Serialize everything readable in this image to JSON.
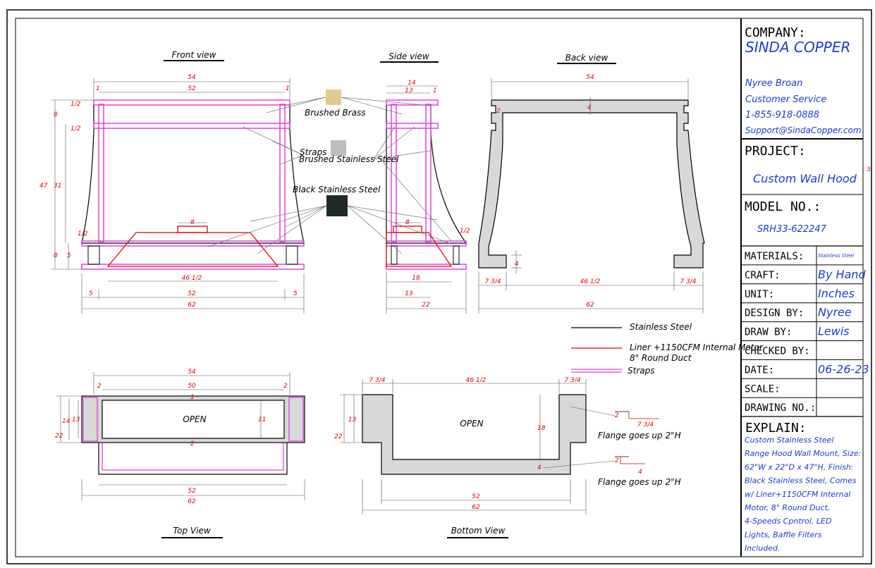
{
  "views": {
    "front": "Front view",
    "side": "Side view",
    "back": "Back view",
    "top": "Top View",
    "bottom": "Bottom View"
  },
  "materials_callouts": {
    "brass": "Brushed Brass",
    "straps": "Straps",
    "brushed_ss": "Brushed Stainless Steel",
    "black_ss": "Black Stainless Steel"
  },
  "legend": {
    "stainless": "Stainless Steel",
    "liner": "Liner +1150CFM Internal Motor",
    "duct": "8\" Round Duct",
    "straps": "Straps"
  },
  "plan_labels": {
    "open_top": "OPEN",
    "open_bottom": "OPEN",
    "flange1": "Flange goes up 2\"H",
    "flange2": "Flange goes up 2\"H"
  },
  "dims": {
    "front": {
      "w54": "54",
      "w52": "52",
      "d1a": "1",
      "d1b": "1",
      "h1a": "1/2",
      "h1b": "1/2",
      "h8a": "8",
      "h47": "47",
      "h31": "31",
      "h8b": "8",
      "h5": "5",
      "hq": "1/2",
      "d8": "8",
      "b462": "46 1/2",
      "b5a": "5",
      "b52": "52",
      "b5b": "5",
      "b62": "62"
    },
    "side": {
      "w14": "14",
      "w13": "13",
      "d1": "1",
      "d8": "8",
      "hq": "1/2",
      "b18": "18",
      "b13": "13",
      "b22": "22"
    },
    "back": {
      "w54": "54",
      "d2": "2",
      "d4": "4",
      "h4": "4",
      "b734a": "7 3/4",
      "b462": "46 1/2",
      "b734b": "7 3/4",
      "b62": "62"
    },
    "top": {
      "w54": "54",
      "w50": "50",
      "d2a": "2",
      "d2b": "2",
      "d1": "1",
      "h22": "22",
      "h14": "14",
      "h13": "13",
      "h11": "11",
      "d2c": "2",
      "b52": "52",
      "b62": "62"
    },
    "bottom": {
      "t734a": "7 3/4",
      "t462": "46 1/2",
      "t734b": "7 3/4",
      "h13": "13",
      "h22": "22",
      "h18": "18",
      "d4": "4",
      "b52": "52",
      "b62": "62",
      "f2a": "2",
      "f734": "7 3/4",
      "f2b": "2",
      "f4": "4"
    }
  },
  "title_block": {
    "company_label": "COMPANY:",
    "company": "SINDA COPPER",
    "contact": [
      "Nyree Broan",
      "Customer Service",
      "1-855-918-0888",
      "Support@SindaCopper.com"
    ],
    "project_label": "PROJECT:",
    "project": "Custom Wall Hood",
    "model_label": "MODEL NO.:",
    "model": "SRH33-622247",
    "rows": [
      {
        "label": "MATERIALS:",
        "value": "Stainless Steel"
      },
      {
        "label": "CRAFT:",
        "value": "By Hand"
      },
      {
        "label": "UNIT:",
        "value": "Inches"
      },
      {
        "label": "DESIGN BY:",
        "value": "Nyree"
      },
      {
        "label": "DRAW BY:",
        "value": "Lewis"
      },
      {
        "label": "CHECKED BY:",
        "value": ""
      },
      {
        "label": "DATE:",
        "value": "06-26-23"
      },
      {
        "label": "SCALE:",
        "value": ""
      },
      {
        "label": "DRAWING NO.:",
        "value": ""
      }
    ],
    "explain_label": "EXPLAIN:",
    "explain": [
      "Custom Stainless Steel",
      "Range Hood Wall Mount, Size:",
      "62\"W x 22\"D x 47\"H, Finish:",
      "Black Stainless Steel, Comes",
      "w/ Liner+1150CFM Internal",
      "Motor, 8\" Round Duct,",
      "4-Speeds Cpntrol, LED",
      "Lights, Baffle Filters",
      "Included."
    ],
    "edge_mark": "3"
  },
  "colors": {
    "brass": "#e6c98c",
    "brushed": "#bdbdbd",
    "black": "#1e2a25",
    "strap": "#e040e0",
    "liner": "#e00000",
    "fill": "#d8d8d8",
    "blue": "#1a3ccf"
  }
}
